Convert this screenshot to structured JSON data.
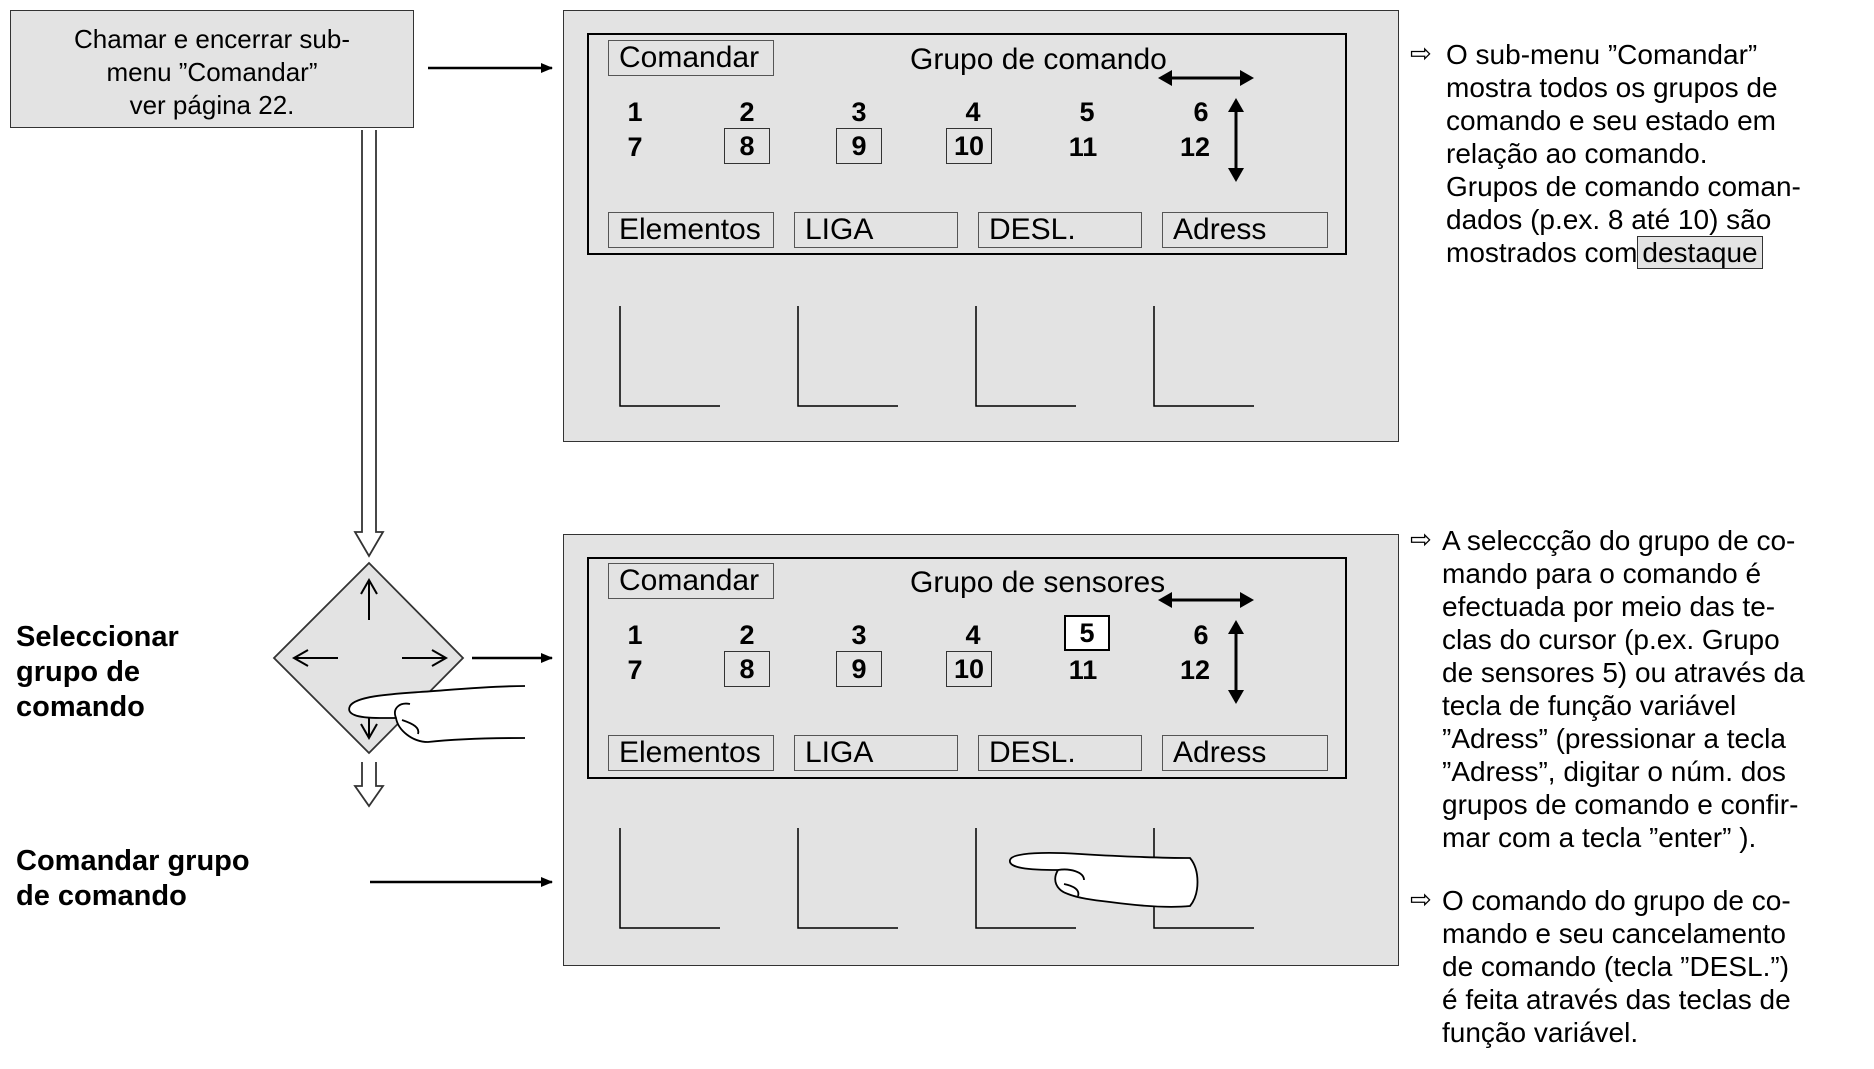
{
  "start_box": {
    "lines": [
      "Chamar e encerrar sub-",
      "menu ”Comandar”",
      "ver página 22."
    ]
  },
  "left_labels": {
    "select": [
      "Seleccionar",
      "grupo de",
      "comando"
    ],
    "command": [
      "Comandar grupo",
      "de comando"
    ]
  },
  "screen1": {
    "mode": "Comandar",
    "title": "Grupo de comando",
    "row1": [
      "1",
      "2",
      "3",
      "4",
      "5",
      "6"
    ],
    "row2": [
      "7",
      "8",
      "9",
      "10",
      "11",
      "12"
    ],
    "highlighted": [
      "8",
      "9",
      "10"
    ],
    "softkeys": [
      "Elementos",
      "LIGA",
      "DESL.",
      "Adress"
    ]
  },
  "screen2": {
    "mode": "Comandar",
    "title": "Grupo de sensores",
    "row1": [
      "1",
      "2",
      "3",
      "4",
      "5",
      "6"
    ],
    "row2": [
      "7",
      "8",
      "9",
      "10",
      "11",
      "12"
    ],
    "highlighted": [
      "8",
      "9",
      "10"
    ],
    "selected": "5",
    "softkeys": [
      "Elementos",
      "LIGA",
      "DESL.",
      "Adress"
    ]
  },
  "desc1": {
    "arrow": "⇨",
    "lines": [
      "O sub-menu ”Comandar”",
      "mostra todos os grupos de",
      "comando e seu estado em",
      "relação ao comando.",
      "Grupos de comando coman-",
      "dados (p.ex. 8 até 10) são"
    ],
    "last_line_prefix": "mostrados com",
    "highlight_word": "destaque"
  },
  "desc2": {
    "arrow": "⇨",
    "lines": [
      "A seleccção do grupo de co-",
      "mando para o comando é",
      "efectuada por meio das te-",
      "clas do cursor (p.ex. Grupo",
      "de sensores 5) ou através da",
      "tecla de função variável",
      "”Adress” (pressionar a tecla",
      "”Adress”, digitar o núm. dos",
      "grupos de comando e confir-",
      "mar com a tecla ”enter” )."
    ]
  },
  "desc3": {
    "arrow": "⇨",
    "lines": [
      "O comando do grupo de co-",
      "mando e seu cancelamento",
      "de comando (tecla ”DESL.”)",
      "é feita através das teclas de",
      "função variável."
    ]
  },
  "colors": {
    "panel": "#e3e3e3",
    "line": "#000000"
  },
  "icons": [
    "cursor-keypad-icon",
    "pointing-hand-icon",
    "double-arrow-icon",
    "hollow-down-arrow-icon"
  ]
}
